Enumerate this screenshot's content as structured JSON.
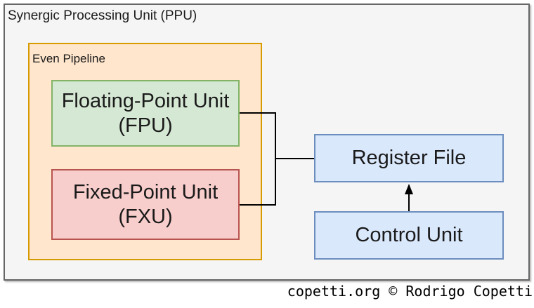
{
  "diagram": {
    "ppu": {
      "title": "Synergic Processing Unit (PPU)",
      "even_pipeline": {
        "label": "Even Pipeline",
        "fpu_label": "Floating-Point Unit\n(FPU)",
        "fxu_label": "Fixed-Point Unit\n(FXU)"
      },
      "register_file_label": "Register File",
      "control_unit_label": "Control Unit"
    },
    "colors": {
      "outer_fill": "#f5f5f5",
      "outer_border": "#666666",
      "even_pipeline_fill": "#ffe6cc",
      "even_pipeline_border": "#d79b00",
      "fpu_fill": "#d5e8d4",
      "fpu_border": "#82b366",
      "fxu_fill": "#f8cecc",
      "fxu_border": "#b85450",
      "blue_fill": "#dae8fc",
      "blue_border": "#6c8ebf",
      "connector": "#000000"
    }
  },
  "footer": {
    "credit": "copetti.org © Rodrigo Copetti"
  }
}
